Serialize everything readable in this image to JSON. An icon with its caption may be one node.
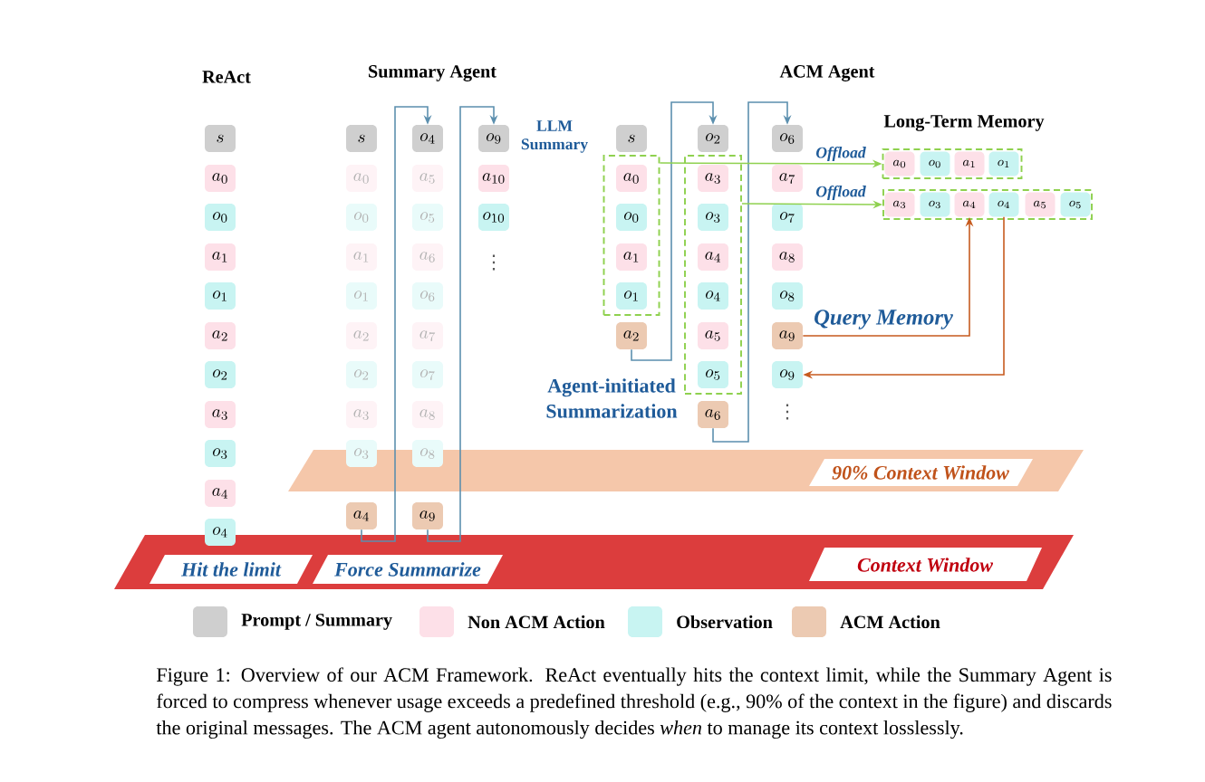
{
  "diagram": {
    "caption": "Figure 1: Overview of our ACM Framework. ReAct eventually hits the context limit, while the Summary Agent is forced to compress whenever usage exceeds a predefined threshold (e.g., 90% of the context in the figure) and discards the original messages. The ACM agent autonomously decides *when* to manage its context losslessly.",
    "nodes": [
      {
        "text": [
          "s"
        ]
      },
      {
        "text": [
          "a_{0}"
        ]
      },
      {
        "text": [
          "o_{0}"
        ]
      },
      {
        "text": [
          "a_{1}"
        ]
      },
      {
        "text": [
          "o_{1}"
        ]
      },
      {
        "text": [
          "a_{2}"
        ]
      },
      {
        "text": [
          "o_{2}"
        ]
      },
      {
        "text": [
          "a_{3}"
        ]
      },
      {
        "text": [
          "o_{3}"
        ]
      },
      {
        "text": [
          "a_{4}"
        ]
      },
      {
        "text": [
          "o_{4}"
        ]
      },
      {
        "text": [
          "s"
        ]
      },
      {
        "text": [
          "a_{0}"
        ]
      },
      {
        "text": [
          "o_{0}"
        ]
      },
      {
        "text": [
          "a_{1}"
        ]
      },
      {
        "text": [
          "o_{1}"
        ]
      },
      {
        "text": [
          "a_{2}"
        ]
      },
      {
        "text": [
          "o_{2}"
        ]
      },
      {
        "text": [
          "a_{3}"
        ]
      },
      {
        "text": [
          "o_{3}"
        ]
      },
      {
        "text": [
          "a_{4}"
        ]
      },
      {
        "text": [
          "o_{4}"
        ]
      },
      {
        "text": [
          "a_{5}"
        ]
      },
      {
        "text": [
          "o_{5}"
        ]
      },
      {
        "text": [
          "a_{6}"
        ]
      },
      {
        "text": [
          "o_{6}"
        ]
      },
      {
        "text": [
          "a_{7}"
        ]
      },
      {
        "text": [
          "o_{7}"
        ]
      },
      {
        "text": [
          "a_{8}"
        ]
      },
      {
        "text": [
          "o_{8}"
        ]
      },
      {
        "text": [
          "a_{9}"
        ]
      },
      {
        "text": [
          "o_{9}"
        ],
        "beside": [
          "LLM Summary"
        ]
      },
      {
        "text": [
          "a_{10}"
        ]
      },
      {
        "text": [
          "o_{10}"
        ]
      },
      {
        "text": [
          "s"
        ]
      },
      {
        "text": [],
        "shape": "box"
      },
      {
        "text": [
          "a_{0}"
        ],
        "in": 35
      },
      {
        "text": [
          "o_{0}"
        ],
        "in": 35
      },
      {
        "text": [
          "a_{1}"
        ],
        "in": 35
      },
      {
        "text": [
          "o_{1}"
        ],
        "in": 35
      },
      {
        "text": [
          "a_{2}"
        ]
      },
      {
        "text": [
          "o_{2}"
        ]
      },
      {
        "text": [],
        "shape": "box"
      },
      {
        "text": [
          "a_{3}"
        ],
        "in": 42
      },
      {
        "text": [
          "o_{3}"
        ],
        "in": 42
      },
      {
        "text": [
          "a_{4}"
        ],
        "in": 42
      },
      {
        "text": [
          "o_{4}"
        ],
        "in": 42
      },
      {
        "text": [
          "a_{5}"
        ],
        "in": 42
      },
      {
        "text": [
          "o_{5}"
        ],
        "in": 42
      },
      {
        "text": [
          "a_{6}"
        ]
      },
      {
        "text": [
          "o_{6}"
        ]
      },
      {
        "text": [
          "a_{7}"
        ]
      },
      {
        "text": [
          "o_{7}"
        ]
      },
      {
        "text": [
          "a_{8}"
        ]
      },
      {
        "text": [
          "o_{8}"
        ]
      },
      {
        "text": [
          "a_{9}"
        ]
      },
      {
        "text": [
          "o_{9}"
        ]
      },
      {
        "text": [],
        "shape": "box"
      },
      {
        "text": [
          "a_{0}"
        ],
        "in": 57
      },
      {
        "text": [
          "o_{0}"
        ],
        "in": 57
      },
      {
        "text": [
          "a_{1}"
        ],
        "in": 57
      },
      {
        "text": [
          "o_{1}"
        ],
        "in": 57
      },
      {
        "text": [],
        "shape": "box"
      },
      {
        "text": [
          "a_{3}"
        ],
        "in": 62
      },
      {
        "text": [
          "o_{3}"
        ],
        "in": 62
      },
      {
        "text": [
          "a_{4}"
        ],
        "in": 62
      },
      {
        "text": [
          "o_{4}"
        ],
        "in": 62
      },
      {
        "text": [
          "a_{5}"
        ],
        "in": 62
      },
      {
        "text": [
          "o_{5}"
        ],
        "in": 62
      },
      {
        "text": [],
        "shape": "band"
      },
      {
        "text": [
          "90% Context Window"
        ],
        "in": 69
      },
      {
        "text": [],
        "shape": "band"
      },
      {
        "text": [
          "Hit the limit"
        ],
        "in": 71
      },
      {
        "text": [
          "Force Summarize"
        ],
        "in": 71
      },
      {
        "text": [
          "Context Window"
        ],
        "in": 71
      }
    ],
    "edges": [
      {
        "from": 20,
        "to": 21,
        "arrow": "to"
      },
      {
        "from": 30,
        "to": 31,
        "arrow": "to"
      },
      {
        "from": 40,
        "to": 41,
        "arrow": "to"
      },
      {
        "from": 49,
        "to": 50,
        "arrow": "to"
      },
      {
        "from": 35,
        "to": 57,
        "arrow": "to",
        "label": "Offload",
        "color": "#8fd14f"
      },
      {
        "from": 42,
        "to": 62,
        "arrow": "to",
        "label": "Offload",
        "color": "#8fd14f"
      },
      {
        "from": 55,
        "to": 65,
        "arrow": "to",
        "label": "Query Memory",
        "color": "#c65a1e"
      },
      {
        "from": 66,
        "to": 56,
        "arrow": "to",
        "color": "#c65a1e"
      }
    ],
    "labels": [
      "ReAct",
      "Summary Agent",
      "ACM Agent",
      "Long-Term Memory",
      "⋮",
      "Agent-initiated Summarization",
      "⋮"
    ],
    "legend": [
      {
        "text": "Prompt / Summary",
        "color": "#cfcfcf"
      },
      {
        "text": "Non ACM Action",
        "color": "#fde0e8"
      },
      {
        "text": "Observation",
        "color": "#c8f4f2"
      },
      {
        "text": "ACM Action",
        "color": "#eccab2"
      }
    ]
  }
}
